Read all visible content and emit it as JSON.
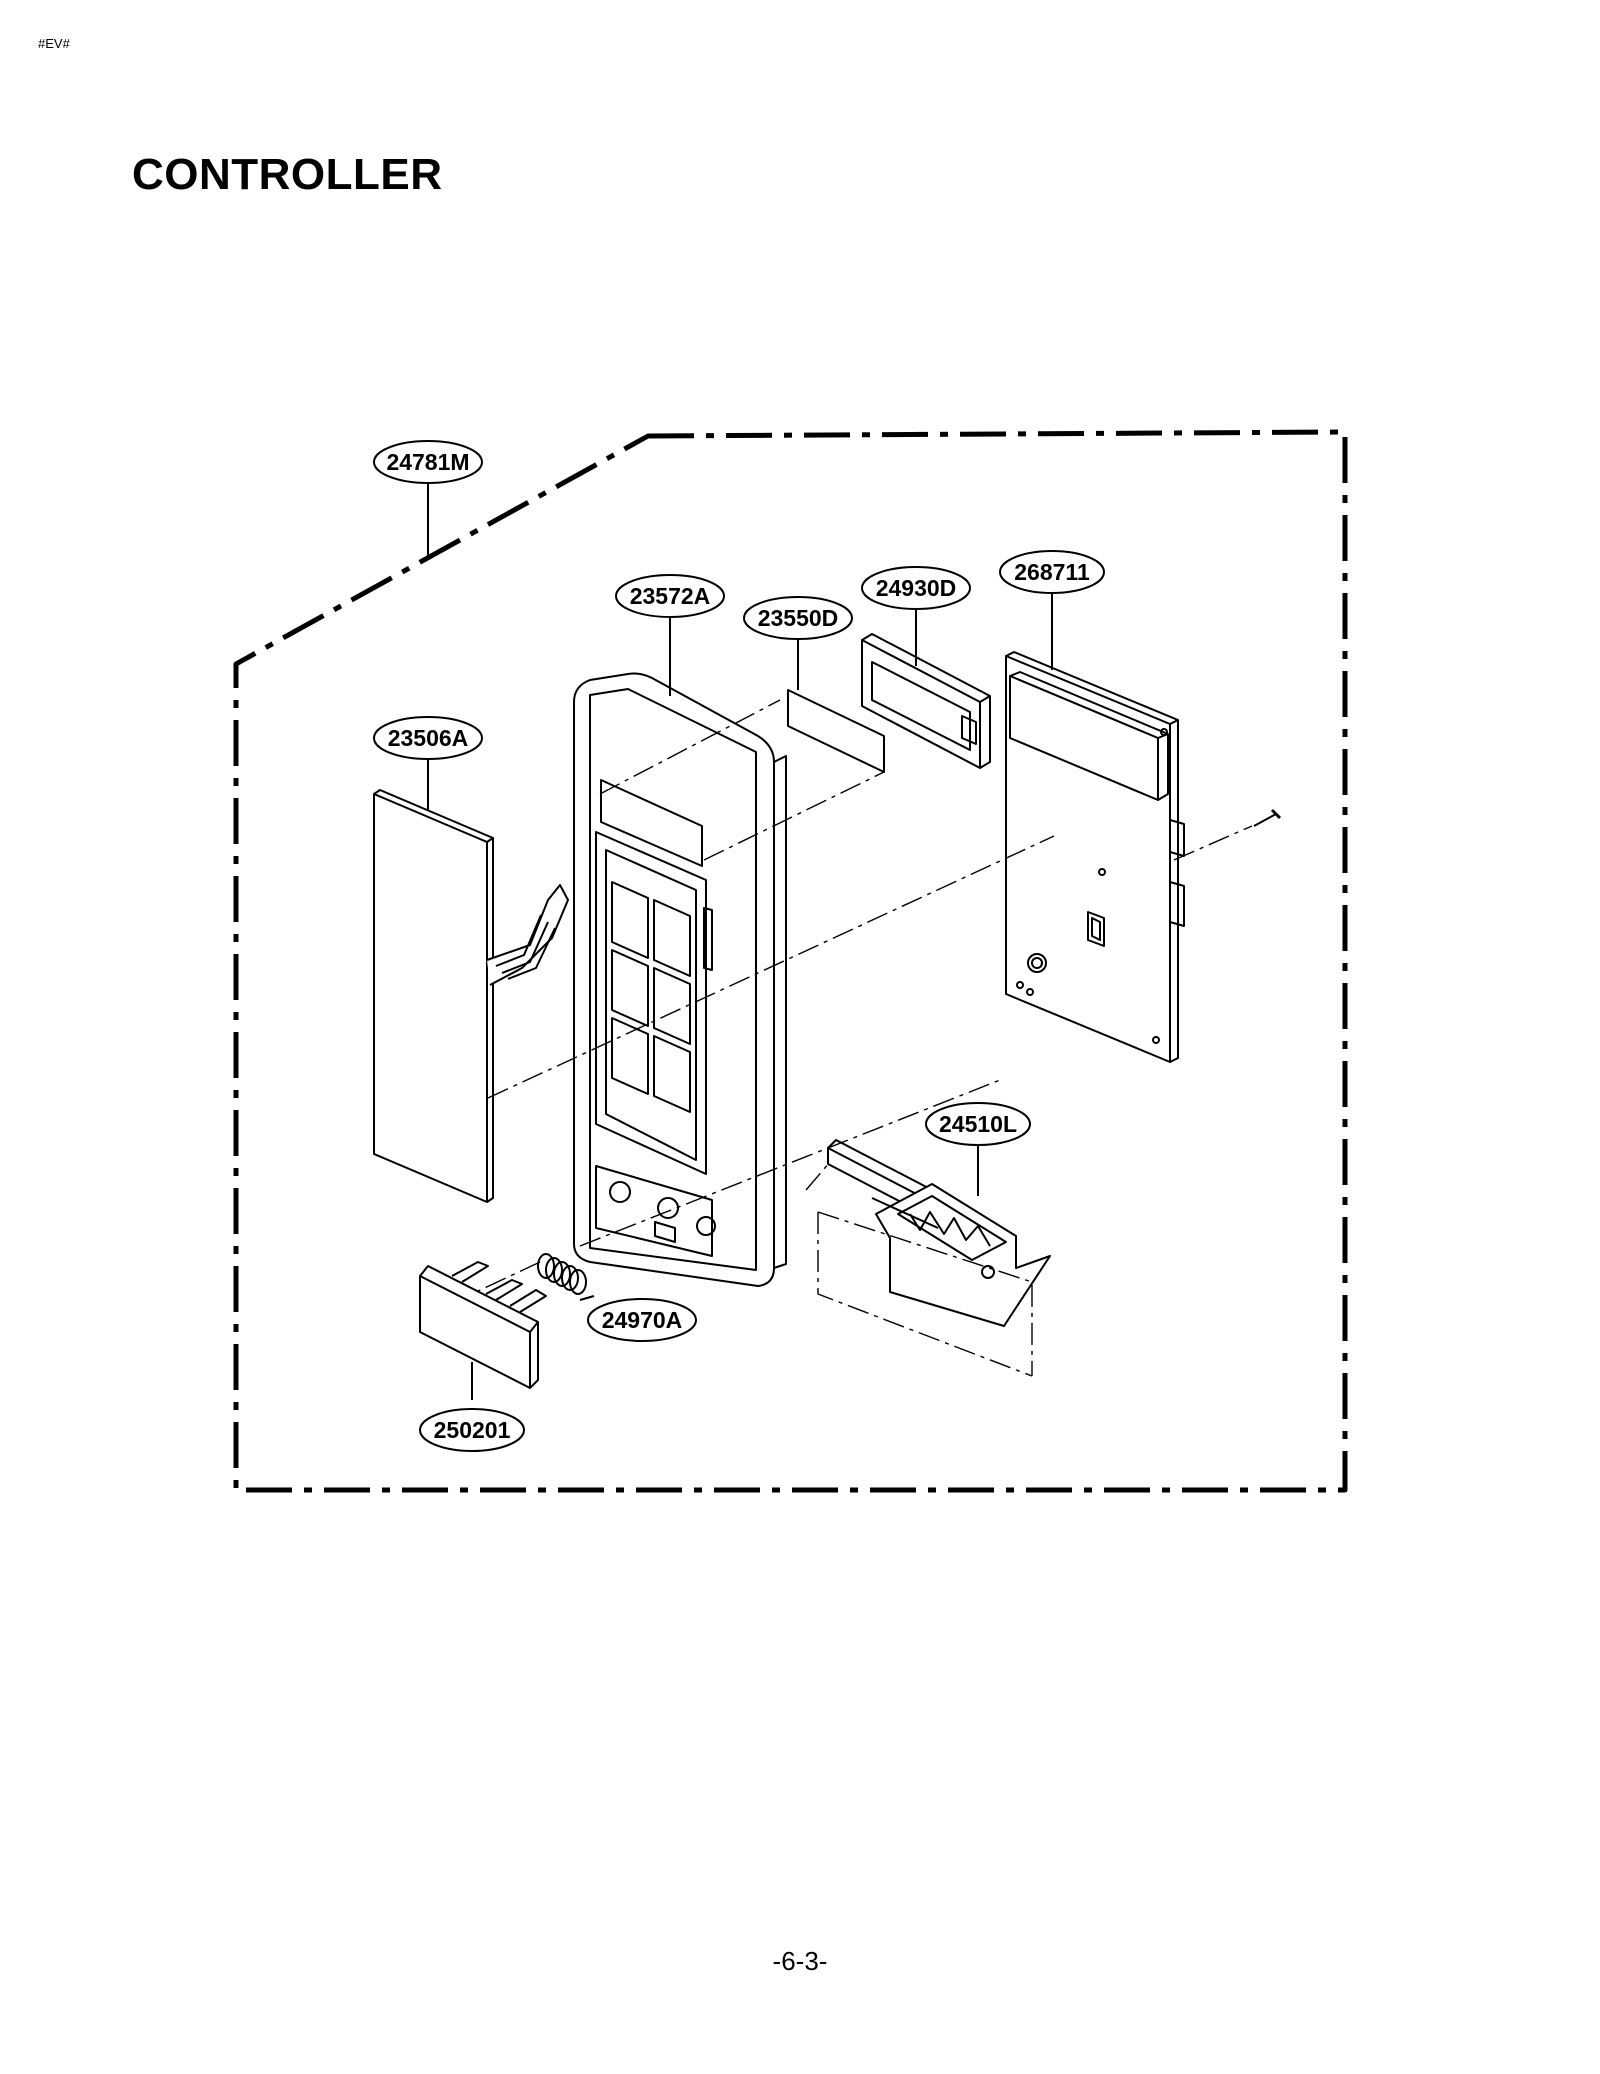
{
  "header_mark": "#EV#",
  "title": "CONTROLLER",
  "page_number": "-6-3-",
  "callouts": [
    {
      "id": "24781M",
      "label": "24781M"
    },
    {
      "id": "23572A",
      "label": "23572A"
    },
    {
      "id": "23550D",
      "label": "23550D"
    },
    {
      "id": "24930D",
      "label": "24930D"
    },
    {
      "id": "268711",
      "label": "268711"
    },
    {
      "id": "23506A",
      "label": "23506A"
    },
    {
      "id": "24510L",
      "label": "24510L"
    },
    {
      "id": "24970A",
      "label": "24970A"
    },
    {
      "id": "250201",
      "label": "250201"
    }
  ]
}
